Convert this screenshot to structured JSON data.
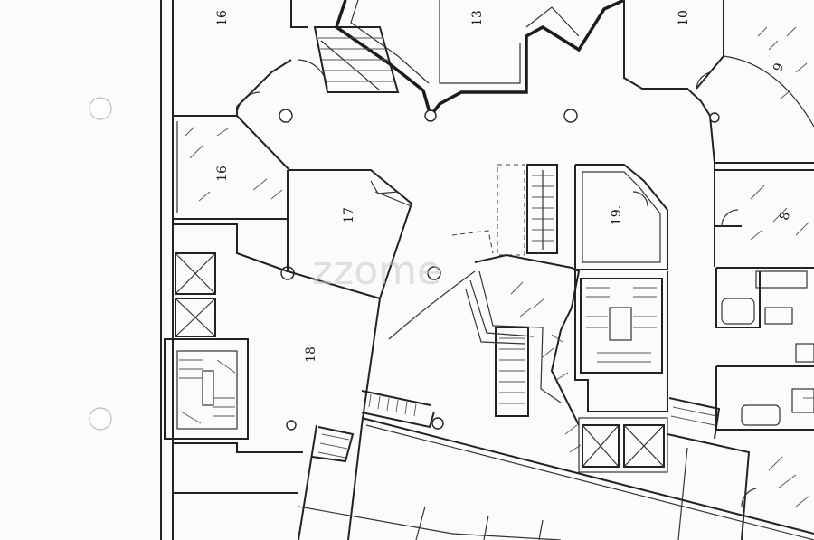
{
  "rooms": [
    {
      "id": "room-16-top",
      "label": "16"
    },
    {
      "id": "room-13",
      "label": "13"
    },
    {
      "id": "room-10",
      "label": "10"
    },
    {
      "id": "room-9",
      "label": "9"
    },
    {
      "id": "room-16-lower",
      "label": "16"
    },
    {
      "id": "room-17",
      "label": "17"
    },
    {
      "id": "room-19",
      "label": "19."
    },
    {
      "id": "room-8",
      "label": "8"
    },
    {
      "id": "room-18",
      "label": "18"
    }
  ],
  "watermark": "zzome"
}
